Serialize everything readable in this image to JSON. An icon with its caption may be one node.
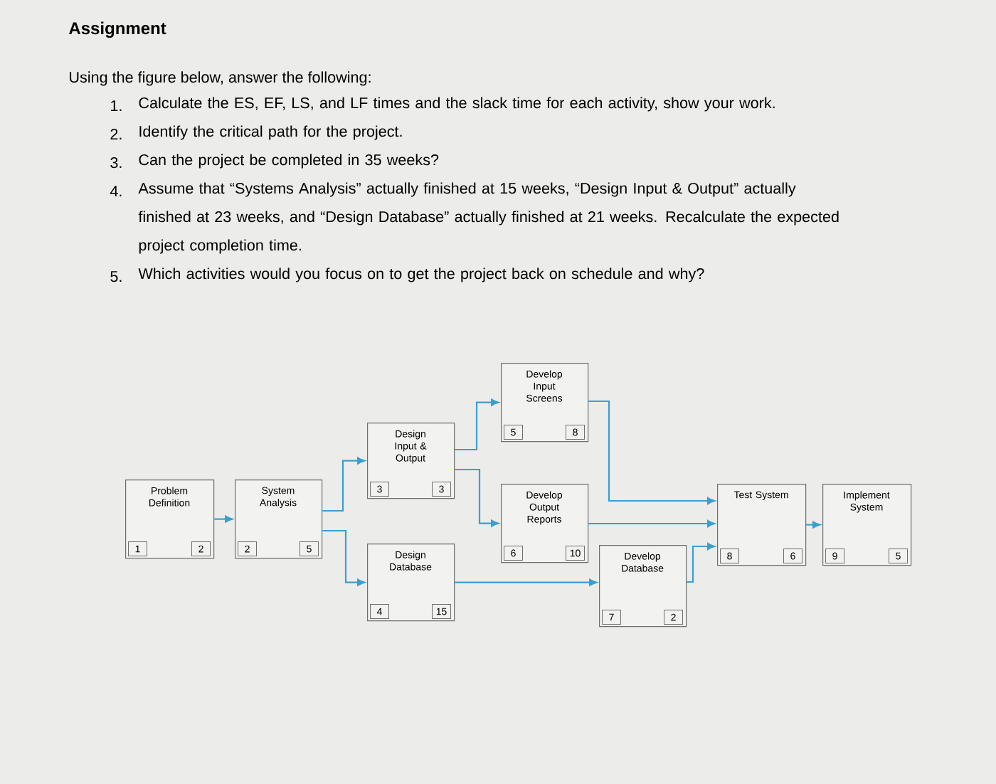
{
  "diagram": {
    "title": "Assignment",
    "nodes": [
      {
        "text": [
          "Problem Definition",
          "1",
          "2"
        ]
      },
      {
        "text": [
          "System Analysis",
          "2",
          "5"
        ]
      },
      {
        "text": [
          "Design Input & Output",
          "3",
          "3"
        ]
      },
      {
        "text": [
          "Design Database",
          "4",
          "15"
        ]
      },
      {
        "text": [
          "Develop Input Screens",
          "5",
          "8"
        ]
      },
      {
        "text": [
          "Develop Output Reports",
          "6",
          "10"
        ]
      },
      {
        "text": [
          "Develop Database",
          "7",
          "2"
        ]
      },
      {
        "text": [
          "Test System",
          "8",
          "6"
        ]
      },
      {
        "text": [
          "Implement System",
          "9",
          "5"
        ]
      }
    ],
    "edges": [
      {
        "from": 0,
        "to": 1,
        "arrow": "to"
      },
      {
        "from": 1,
        "to": 2,
        "arrow": "to"
      },
      {
        "from": 1,
        "to": 3,
        "arrow": "to"
      },
      {
        "from": 2,
        "to": 4,
        "arrow": "to"
      },
      {
        "from": 2,
        "to": 5,
        "arrow": "to"
      },
      {
        "from": 3,
        "to": 6,
        "arrow": "to"
      },
      {
        "from": 4,
        "to": 7,
        "arrow": "to"
      },
      {
        "from": 5,
        "to": 7,
        "arrow": "to"
      },
      {
        "from": 6,
        "to": 7,
        "arrow": "to"
      },
      {
        "from": 7,
        "to": 8,
        "arrow": "to"
      }
    ],
    "labels": [
      "Using the figure below, answer the following:",
      "1.",
      "Calculate the ES, EF, LS, and LF times and the slack time for each activity, show your work.",
      "2.",
      "Identify the critical path for the project.",
      "3.",
      "Can the project be completed in 35 weeks?",
      "4.",
      "Assume that “Systems Analysis” actually finished at 15 weeks, “Design Input & Output” actually finished at 23 weeks, and “Design Database” actually finished at 21 weeks. Recalculate the expected project completion time.",
      "5.",
      "Which activities would you focus on to get the project back on schedule and why?"
    ]
  }
}
